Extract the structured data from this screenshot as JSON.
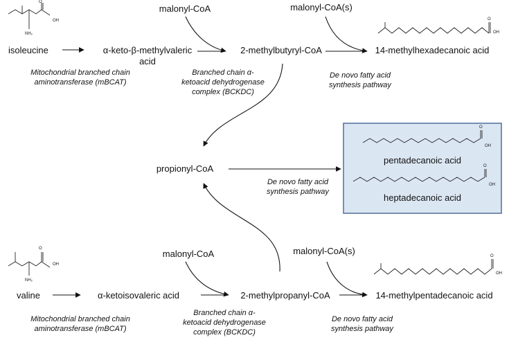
{
  "diagram": {
    "top": {
      "amino_acid": "isoleucine",
      "keto_acid": [
        "α-keto-β-methylvaleric",
        "acid"
      ],
      "acyl_coa": "2-methylbutyryl-CoA",
      "product": "14-methylhexadecanoic acid",
      "malonyl_1": "malonyl-CoA",
      "malonyl_2": "malonyl-CoA(s)",
      "enzyme_1": [
        "Mitochondrial branched chain",
        "aminotransferase (mBCAT)"
      ],
      "enzyme_2": [
        "Branched chain α-",
        "ketoacid dehydrogenase",
        "complex (BCKDC)"
      ],
      "enzyme_3": [
        "De novo fatty acid",
        "synthesis pathway"
      ]
    },
    "middle": {
      "propionyl": "propionyl-CoA",
      "enzyme": [
        "De novo fatty acid",
        "synthesis pathway"
      ],
      "products": [
        "pentadecanoic acid",
        "heptadecanoic acid"
      ]
    },
    "bottom": {
      "amino_acid": "valine",
      "keto_acid": "α-ketoisovaleric acid",
      "acyl_coa": "2-methylpropanyl-CoA",
      "product": "14-methylpentadecanoic acid",
      "malonyl_1": "malonyl-CoA",
      "malonyl_2": "malonyl-CoA(s)",
      "enzyme_1": [
        "Mitochondrial branched chain",
        "aminotransferase (mBCAT)"
      ],
      "enzyme_2": [
        "Branched chain α-",
        "ketoacid dehydrogenase",
        "complex (BCKDC)"
      ],
      "enzyme_3": [
        "De novo fatty acid",
        "synthesis pathway"
      ]
    },
    "atoms": {
      "oh": "OH",
      "o": "O",
      "nh2": "NH₂"
    }
  }
}
